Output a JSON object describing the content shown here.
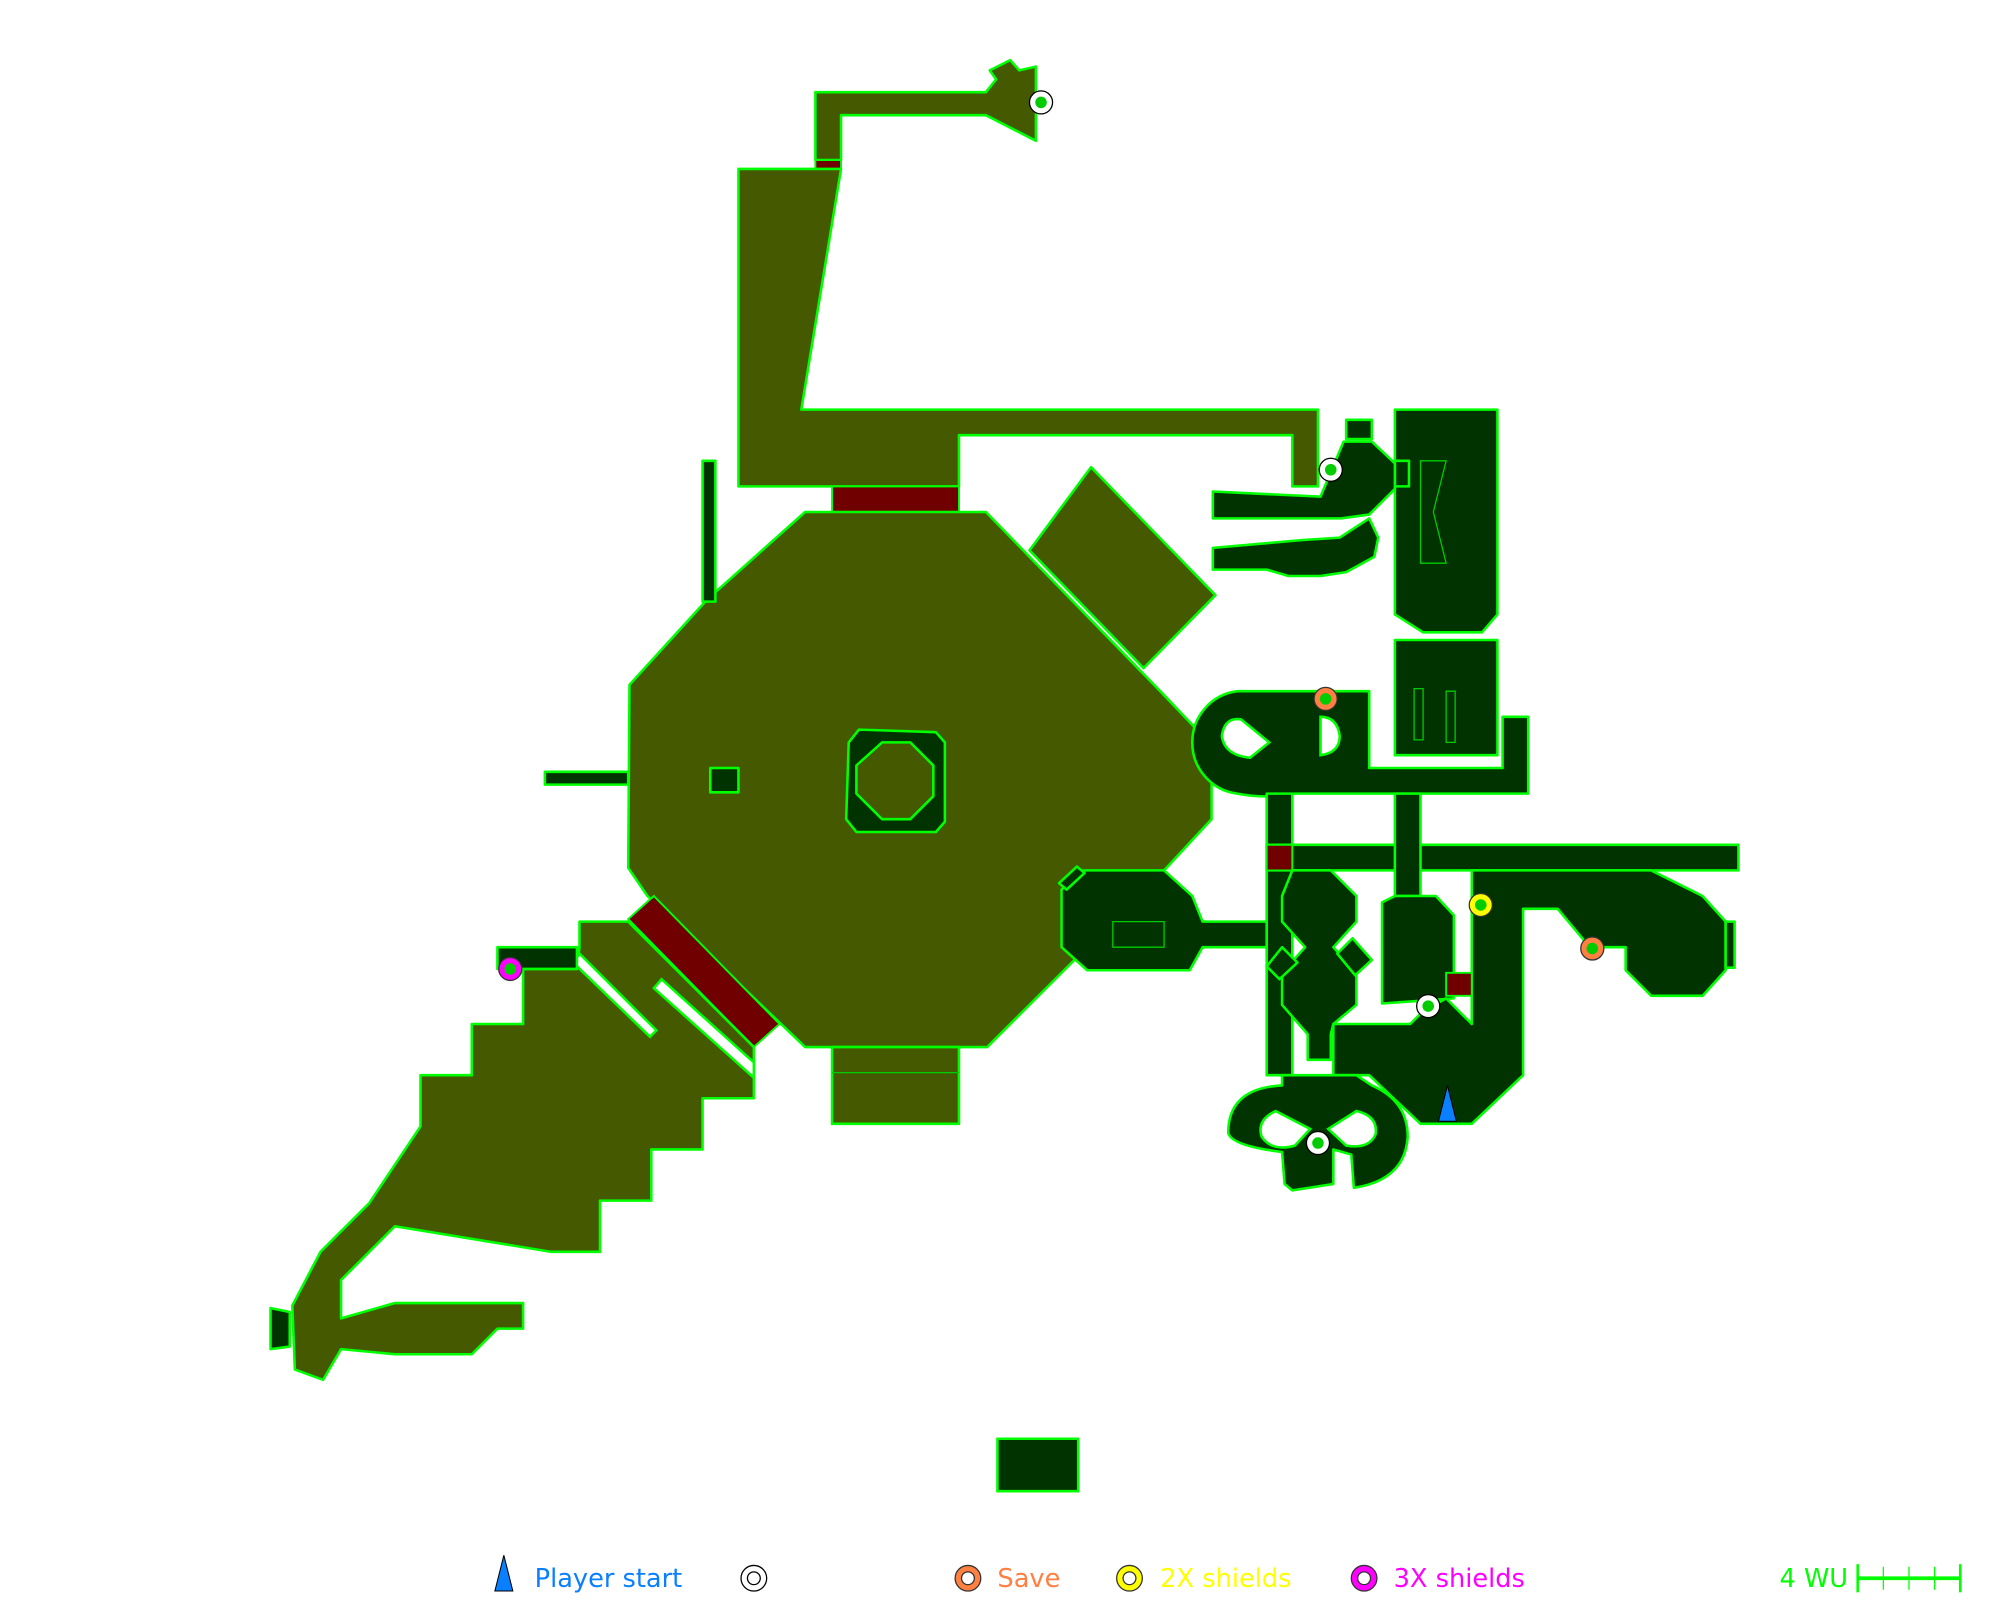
{
  "colors": {
    "open_area": "#455a00",
    "enclosed_area": "#003300",
    "outline": "#00ff00",
    "door": "#700000",
    "player_start": "#0a7fff",
    "checkpoint": "#ffffff",
    "save": "#ff8040",
    "shields_2x": "#ffff00",
    "shields_3x": "#ff00ff"
  },
  "legend": {
    "player_start": "Player start",
    "save": "Save",
    "shields_2x": "2X shields",
    "shields_3x": "3X shields"
  },
  "scale": {
    "label": "4 WU",
    "units": 4
  }
}
